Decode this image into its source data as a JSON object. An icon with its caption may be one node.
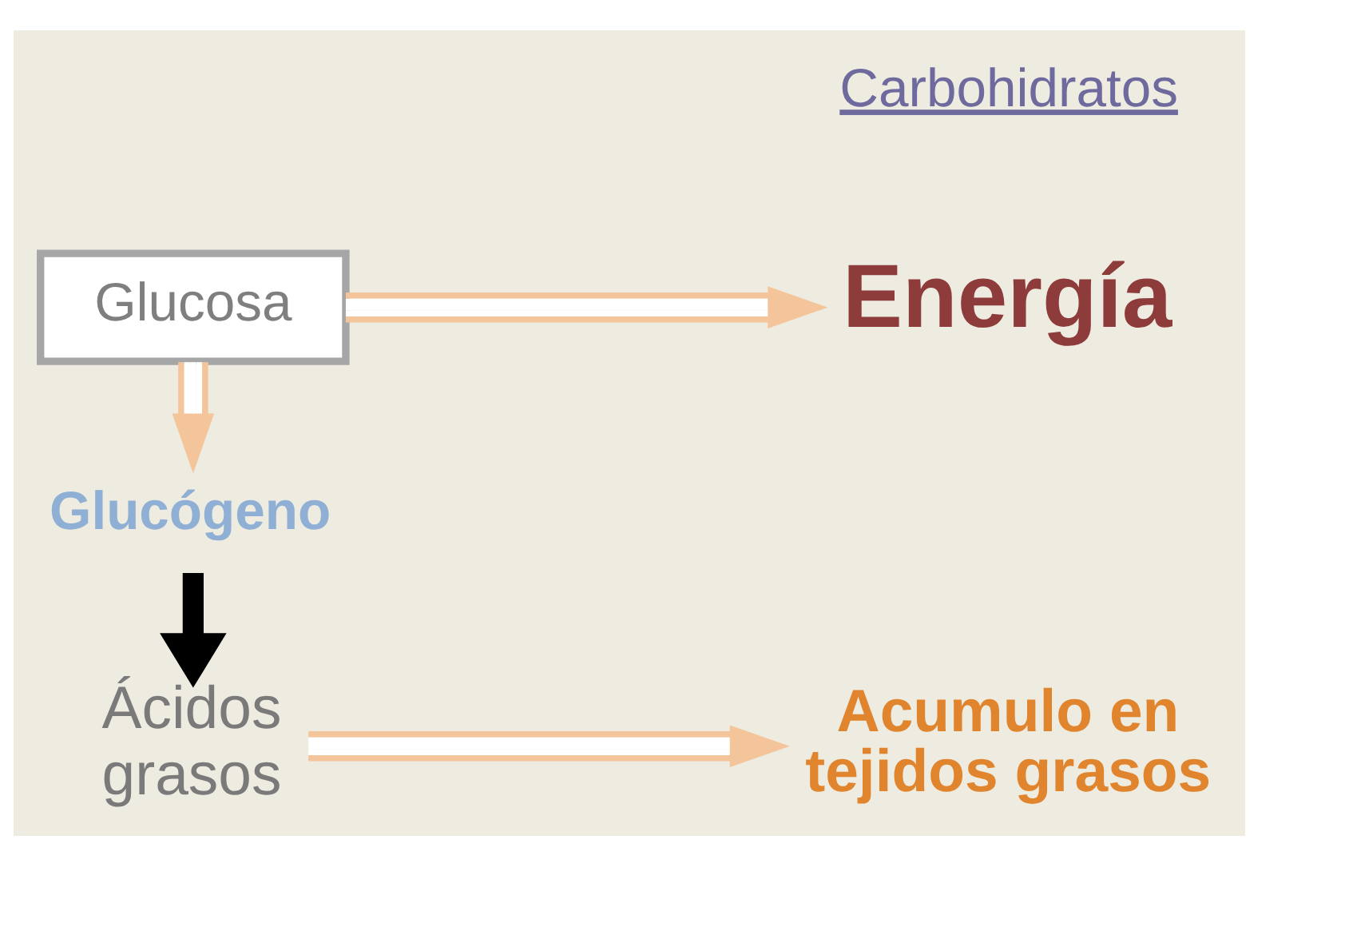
{
  "diagram": {
    "nodes": [
      {
        "text": [
          "Glucosa"
        ]
      },
      {
        "text": [
          "Energía"
        ]
      },
      {
        "text": [
          "Glucógeno"
        ]
      },
      {
        "text": [
          "Ácidos grasos"
        ]
      },
      {
        "text": [
          "Acumulo en tejidos grasos"
        ]
      }
    ],
    "edges": [
      {
        "from": 0,
        "to": 1,
        "arrow": "to"
      },
      {
        "from": 0,
        "to": 2,
        "arrow": "to"
      },
      {
        "from": 2,
        "to": 3,
        "arrow": "to",
        "style": "thick",
        "color": "#000000"
      },
      {
        "from": 3,
        "to": 4,
        "arrow": "to"
      }
    ],
    "labels": [
      "Carbohidratos"
    ]
  }
}
